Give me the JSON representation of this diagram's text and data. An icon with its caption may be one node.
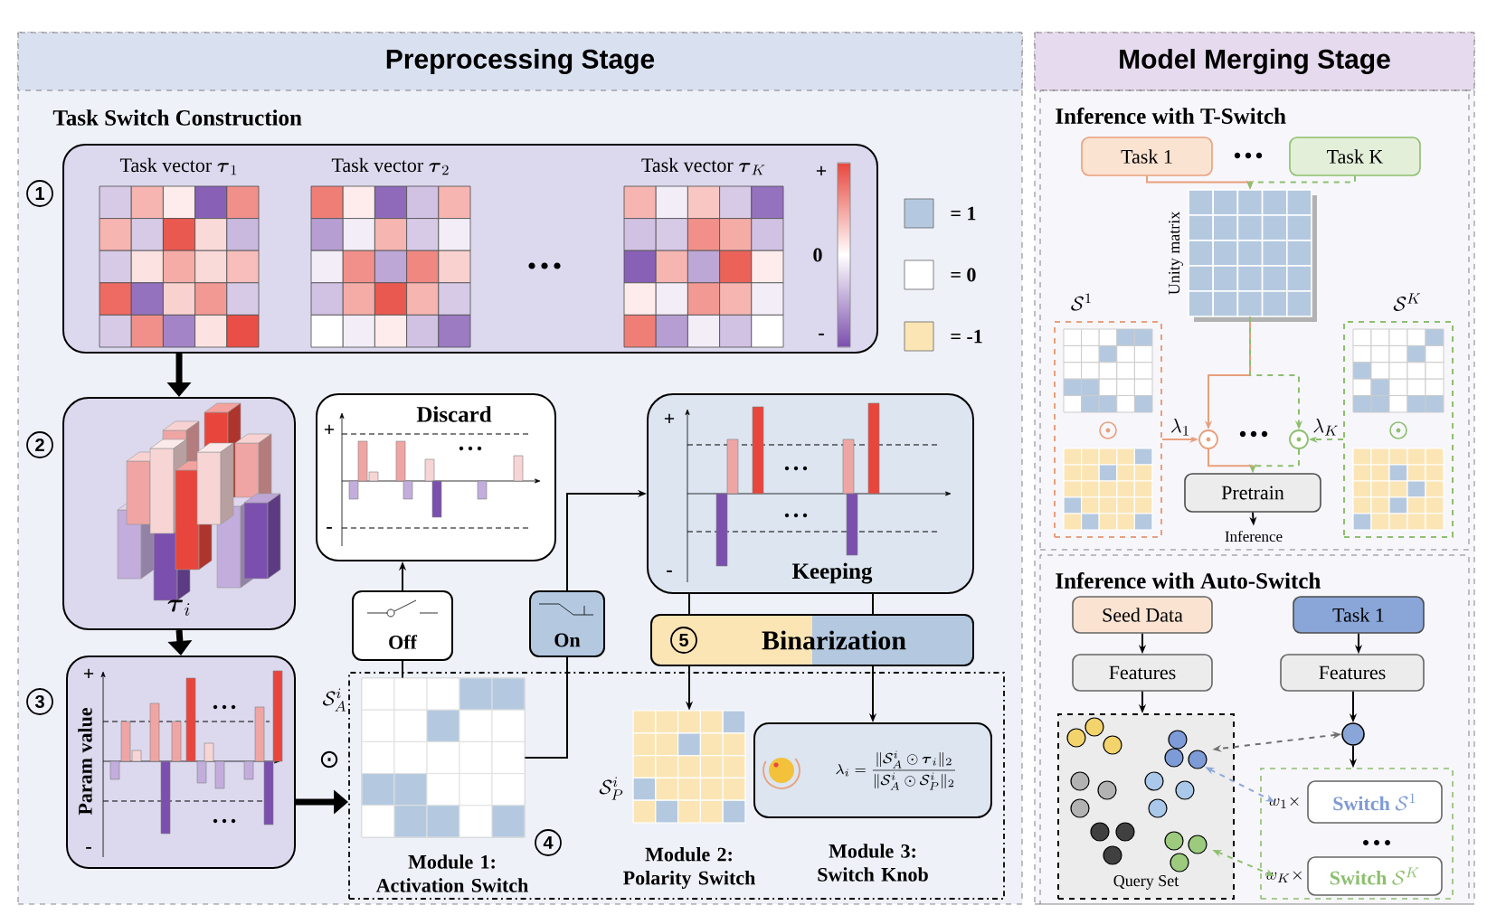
{
  "diagram": {
    "nodes": [
      {
        "text": [
          "Preprocessing Stage",
          "Task Switch Construction"
        ]
      },
      {
        "text": [
          "Task vector",
          "\\boldsymbol{\\tau}_1",
          "Task vector",
          "\\boldsymbol{\\tau}_2",
          "Task vector",
          "\\boldsymbol{\\tau}_K",
          "+",
          "0",
          "-"
        ],
        "beside": [
          "1"
        ],
        "in": 0
      },
      {
        "text": [
          "\\boldsymbol{\\tau}_i"
        ],
        "beside": [
          "2"
        ],
        "in": 0
      },
      {
        "text": [
          "+",
          "Param value",
          "-"
        ],
        "beside": [
          "3"
        ],
        "in": 0
      },
      {
        "text": [
          "Discard",
          "+",
          "-"
        ],
        "in": 0
      },
      {
        "text": [
          "Off"
        ],
        "in": 0
      },
      {
        "text": [
          "On"
        ],
        "in": 0
      },
      {
        "text": [
          "+",
          "-",
          "Keeping"
        ],
        "in": 0
      },
      {
        "text": [
          "5",
          "Binarization"
        ],
        "in": 0
      },
      {
        "text": [
          "4"
        ],
        "in": 0
      },
      {
        "text": [
          "Module 1: Activation Switch"
        ],
        "beside": [
          "\\mathcal{S}_A^i"
        ],
        "in": 9
      },
      {
        "text": [
          "Module 2: Polarity Switch"
        ],
        "beside": [
          "\\mathcal{S}_P^i"
        ],
        "in": 9
      },
      {
        "text": [
          "\\lambda_i = \\frac{\\|\\mathcal{S}_A^i \\odot \\boldsymbol{\\tau}_i\\|_2}{\\|\\mathcal{S}_A^i \\odot \\mathcal{S}_P^i\\|_2}"
        ],
        "beside": [
          "Module 3: Switch Knob"
        ],
        "in": 9
      },
      {
        "text": [
          "Model Merging Stage"
        ]
      },
      {
        "text": [
          "Inference with T-Switch"
        ],
        "in": 13
      },
      {
        "text": [
          "Task 1"
        ],
        "in": 14
      },
      {
        "text": [
          "Task K"
        ],
        "in": 14
      },
      {
        "text": [
          "Unity matrix"
        ],
        "in": 14
      },
      {
        "text": [
          "\\mathcal{S}^1"
        ],
        "in": 14
      },
      {
        "text": [
          "\\mathcal{S}^K"
        ],
        "in": 14
      },
      {
        "text": [],
        "shape": "circle",
        "in": 14
      },
      {
        "text": [],
        "shape": "circle",
        "in": 14
      },
      {
        "text": [
          "Pretrain"
        ],
        "in": 14
      },
      {
        "text": [
          "Inference"
        ],
        "in": 14
      },
      {
        "text": [
          "Inference with Auto-Switch"
        ],
        "in": 13
      },
      {
        "text": [
          "Seed Data"
        ],
        "in": 24
      },
      {
        "text": [
          "Task 1"
        ],
        "in": 24
      },
      {
        "text": [
          "Features"
        ],
        "in": 24
      },
      {
        "text": [
          "Features"
        ],
        "in": 24
      },
      {
        "text": [
          "Query Set"
        ],
        "in": 24
      },
      {
        "text": [],
        "shape": "circle",
        "in": 29
      },
      {
        "text": [],
        "shape": "circle",
        "in": 29
      },
      {
        "text": [],
        "shape": "circle",
        "in": 24
      },
      {
        "text": [],
        "shape": "box",
        "in": 24
      },
      {
        "text": [
          "Switch",
          "\\mathcal{S}^1"
        ],
        "beside": [
          "w_1\\times"
        ],
        "in": 33
      },
      {
        "text": [
          "Switch",
          "\\mathcal{S}^K"
        ],
        "beside": [
          "w_K\\times"
        ],
        "in": 33
      }
    ],
    "edges": [
      {
        "from": 1,
        "to": 2,
        "arrow": "to",
        "style": "thick"
      },
      {
        "from": 2,
        "to": 3,
        "arrow": "to",
        "style": "thick"
      },
      {
        "from": 3,
        "to": 9,
        "arrow": "to",
        "style": "thick"
      },
      {
        "from": 10,
        "to": 5,
        "arrow": "none"
      },
      {
        "from": 5,
        "to": 4,
        "arrow": "to"
      },
      {
        "from": 10,
        "to": 6,
        "arrow": "none"
      },
      {
        "from": 6,
        "to": 7,
        "arrow": "to"
      },
      {
        "from": 7,
        "to": 8,
        "arrow": "none"
      },
      {
        "from": 7,
        "to": 8,
        "arrow": "none"
      },
      {
        "from": 8,
        "to": 11,
        "arrow": "to"
      },
      {
        "from": 8,
        "to": 12,
        "arrow": "to"
      },
      {
        "from": 15,
        "to": 17,
        "arrow": "to",
        "color": "#e8a07c"
      },
      {
        "from": 16,
        "to": 17,
        "arrow": "to",
        "style": "dashed",
        "color": "#8dbf6e"
      },
      {
        "from": 17,
        "to": 20,
        "arrow": "to",
        "color": "#e8a07c"
      },
      {
        "from": 17,
        "to": 21,
        "arrow": "to",
        "style": "dashed",
        "color": "#8dbf6e"
      },
      {
        "from": 18,
        "to": 20,
        "arrow": "to",
        "label": "\\lambda_1",
        "color": "#e8a07c"
      },
      {
        "from": 19,
        "to": 21,
        "arrow": "to",
        "label": "\\lambda_K",
        "style": "dashed",
        "color": "#8dbf6e"
      },
      {
        "from": 20,
        "to": 22,
        "arrow": "to",
        "color": "#e8a07c"
      },
      {
        "from": 21,
        "to": 22,
        "arrow": "to",
        "style": "dashed",
        "color": "#8dbf6e"
      },
      {
        "from": 22,
        "to": 23,
        "arrow": "to"
      },
      {
        "from": 25,
        "to": 27,
        "arrow": "to"
      },
      {
        "from": 26,
        "to": 28,
        "arrow": "to"
      },
      {
        "from": 27,
        "to": 29,
        "arrow": "to"
      },
      {
        "from": 28,
        "to": 32,
        "arrow": "to"
      },
      {
        "from": 32,
        "to": 30,
        "arrow": "both",
        "style": "dashed",
        "color": "#707070"
      },
      {
        "from": 30,
        "to": 34,
        "arrow": "both",
        "style": "dashed",
        "color": "#8fa8d8"
      },
      {
        "from": 31,
        "to": 35,
        "arrow": "both",
        "style": "dashed",
        "color": "#8dbf6e"
      },
      {
        "from": 32,
        "to": 33,
        "arrow": "to"
      }
    ],
    "labels": [
      "⊙"
    ],
    "legend": [
      {
        "text": "= 1",
        "color": "#b4c9e0"
      },
      {
        "text": "= 0",
        "color": "#ffffff"
      },
      {
        "text": "= -1",
        "color": "#fbe5b5"
      }
    ]
  }
}
